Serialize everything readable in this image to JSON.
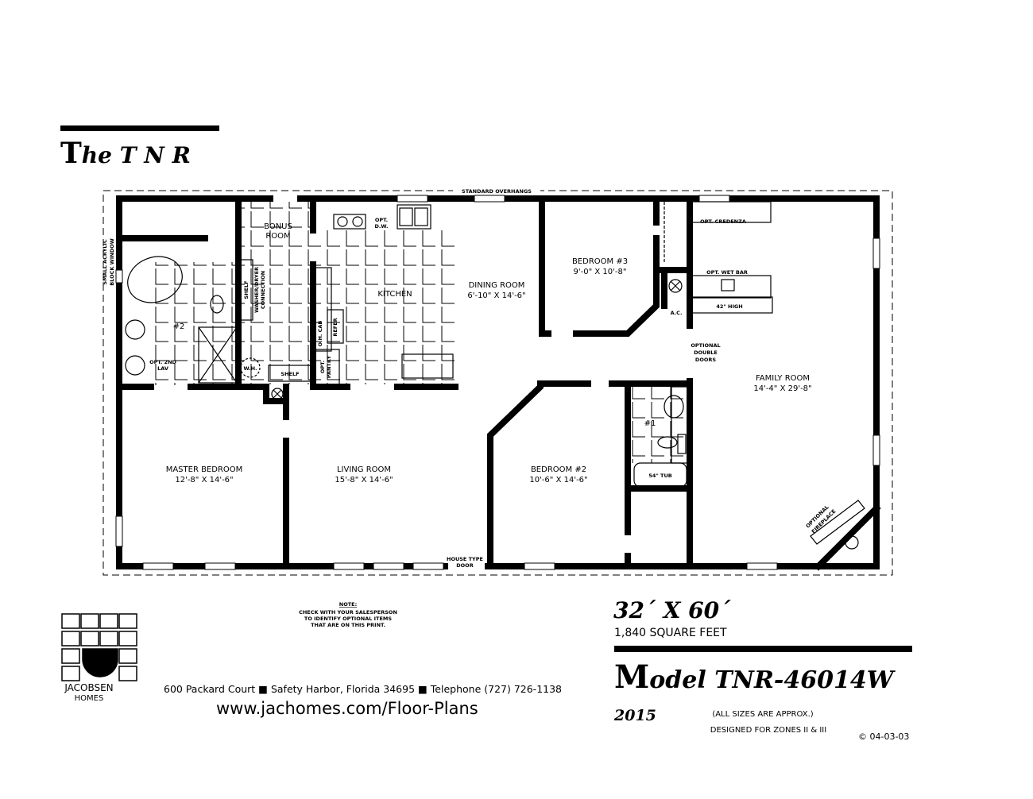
{
  "title": {
    "prefix": "T",
    "rest": "he  T N R"
  },
  "overhang_label": "STANDARD OVERHANGS",
  "rooms": {
    "bonus": [
      "BONUS",
      "ROOM"
    ],
    "kitchen": "KITCHEN",
    "dining": {
      "name": "DINING ROOM",
      "size": "6'-10\" X 14'-6\""
    },
    "bedroom3": {
      "name": "BEDROOM #3",
      "size": "9'-0\" X 10'-8\""
    },
    "family": {
      "name": "FAMILY ROOM",
      "size": "14'-4\" X 29'-8\""
    },
    "master": {
      "name": "MASTER BEDROOM",
      "size": "12'-8\" X 14'-6\""
    },
    "living": {
      "name": "LIVING ROOM",
      "size": "15'-8\" X 14'-6\""
    },
    "bedroom2": {
      "name": "BEDROOM #2",
      "size": "10'-6\" X 14'-6\""
    },
    "bath2": "#2",
    "bath1": "#1"
  },
  "fixtures": {
    "window_note": [
      "SMALL ACRYLIC",
      "BLOCK WINDOW"
    ],
    "opt_2nd_lav": [
      "OPT. 2ND",
      "LAV"
    ],
    "shelf": "SHELF",
    "washer": [
      "WASHER/DRYER",
      "CONNECTION"
    ],
    "wh": "W.H.",
    "shelf2": "SHELF",
    "oh_cab": "O.H. CAB",
    "refer": "REFER",
    "opt_pantry": [
      "OPT.",
      "PANTRY"
    ],
    "opt_dw": [
      "OPT.",
      "D.W."
    ],
    "opt_credenza": "OPT. CREDENZA",
    "opt_wet_bar": "OPT. WET BAR",
    "high_42": "42\" HIGH",
    "ac": "A.C.",
    "double_doors": [
      "OPTIONAL",
      "DOUBLE",
      "DOORS"
    ],
    "tub": "54\" TUB",
    "fireplace": [
      "OPTIONAL",
      "FIREPLACE"
    ],
    "house_door": [
      "HOUSE TYPE",
      "DOOR"
    ]
  },
  "note": {
    "heading": "NOTE:",
    "lines": [
      "CHECK WITH YOUR SALESPERSON",
      "TO IDENTIFY OPTIONAL ITEMS",
      "THAT ARE ON THIS PRINT."
    ]
  },
  "dimensions": "32´ X 60´",
  "square_feet": "1,840 SQUARE FEET",
  "model": {
    "prefix": "M",
    "rest": "odel TNR-46014W"
  },
  "year": "2015",
  "approx": "(ALL SIZES ARE APPROX.)",
  "zones": "DESIGNED FOR ZONES II & III",
  "copyright": "© 04-03-03",
  "company": {
    "logo_text": [
      "JACOBSEN",
      "HOMES"
    ],
    "address": "600 Packard Court ■ Safety Harbor, Florida 34695 ■ Telephone (727) 726-1138",
    "website": "www.jachomes.com/Floor-Plans"
  }
}
